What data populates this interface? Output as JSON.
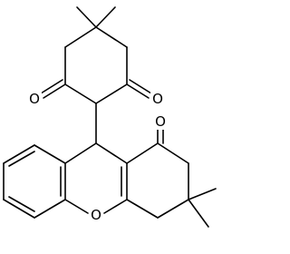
{
  "molecule": {
    "atoms": [
      {
        "id": "o_ketone_left",
        "label": "O"
      },
      {
        "id": "o_ketone_right",
        "label": "O"
      },
      {
        "id": "o_ketone_lower",
        "label": "O"
      },
      {
        "id": "o_ring",
        "label": "O"
      }
    ]
  }
}
